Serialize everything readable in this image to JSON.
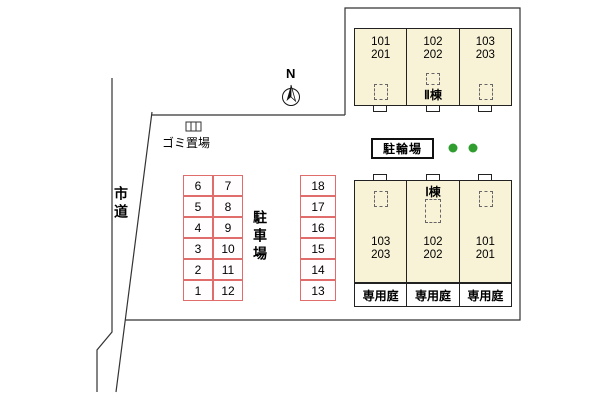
{
  "plan": {
    "road_label": "市道",
    "garbage_label": "ゴミ置場",
    "north_label": "N",
    "bike_label": "駐輪場",
    "parking_label": "駐車場",
    "garden_label": "専用庭"
  },
  "building_ii": {
    "name": "Ⅱ棟",
    "units": [
      [
        "101",
        "201"
      ],
      [
        "102",
        "202"
      ],
      [
        "103",
        "203"
      ]
    ]
  },
  "building_i": {
    "name": "Ⅰ棟",
    "units": [
      [
        "103",
        "203"
      ],
      [
        "102",
        "202"
      ],
      [
        "101",
        "201"
      ]
    ]
  },
  "parking": {
    "col_a": [
      "6",
      "5",
      "4",
      "3",
      "2",
      "1"
    ],
    "col_b": [
      "7",
      "8",
      "9",
      "10",
      "11",
      "12"
    ],
    "col_c": [
      "18",
      "17",
      "16",
      "15",
      "14",
      "13"
    ]
  },
  "colors": {
    "building_fill": "#f8f3d6",
    "stall_border": "#e06c6c",
    "dot_green": "#2f9e2f",
    "line": "#333333"
  }
}
